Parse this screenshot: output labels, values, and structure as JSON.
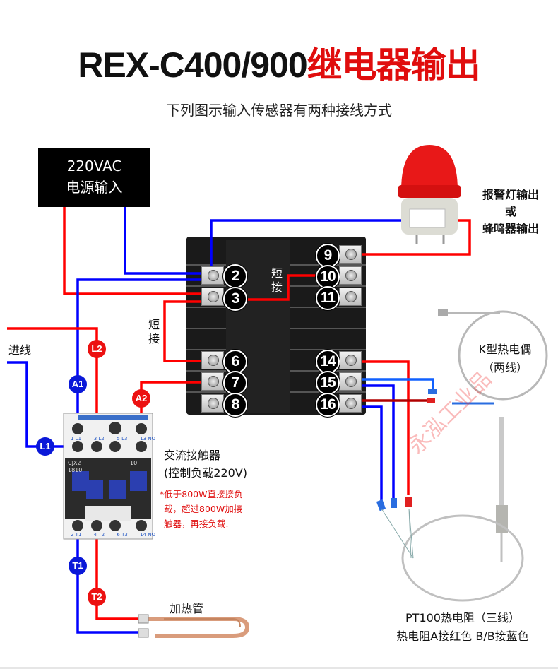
{
  "title": {
    "model": "REX-C400/900",
    "suffix": "继电器输出"
  },
  "subtitle": "下列图示输入传感器有两种接线方式",
  "power": {
    "line1": "220VAC",
    "line2": "电源输入"
  },
  "alarm": {
    "line1": "报警灯输出",
    "line2": "或",
    "line3": "蜂鸣器输出"
  },
  "controller": {
    "left_terminals": [
      "2",
      "3",
      "6",
      "7",
      "8"
    ],
    "right_terminals": [
      "9",
      "10",
      "11",
      "14",
      "15",
      "16"
    ],
    "short_label_top": [
      "短",
      "接"
    ],
    "short_label_left": [
      "短",
      "接"
    ]
  },
  "incoming_label": "进线",
  "badges": {
    "L1": "L1",
    "L2": "L2",
    "A1": "A1",
    "A2": "A2",
    "T1": "T1",
    "T2": "T2"
  },
  "contactor": {
    "top_labels": [
      "1 L1",
      "3 L2",
      "5 L3",
      "13 NO"
    ],
    "bottom_labels": [
      "2 T1",
      "4 T2",
      "6 T3",
      "14 NO"
    ],
    "model_text": [
      "CJX2",
      "1810"
    ],
    "aux_text": "10",
    "title": "交流接触器",
    "subtitle": "(控制负载220V)",
    "note": [
      "*低于800W直接接负",
      "载，超过800W加接",
      "触器，再接负载."
    ]
  },
  "heater_label": "加热管",
  "thermocouple": {
    "line1": "K型热电偶",
    "line2": "（两线）"
  },
  "pt100": {
    "line1": "PT100热电阻（三线）",
    "line2": "热电阻A接红色  B/B接蓝色"
  },
  "watermark": "永泓工业品",
  "colors": {
    "red_wire": "#ff0000",
    "blue_wire": "#0000ff",
    "light_blue_wire": "#1060ff",
    "dark_red_wire": "#b00000",
    "title_red": "#e00d0d"
  }
}
